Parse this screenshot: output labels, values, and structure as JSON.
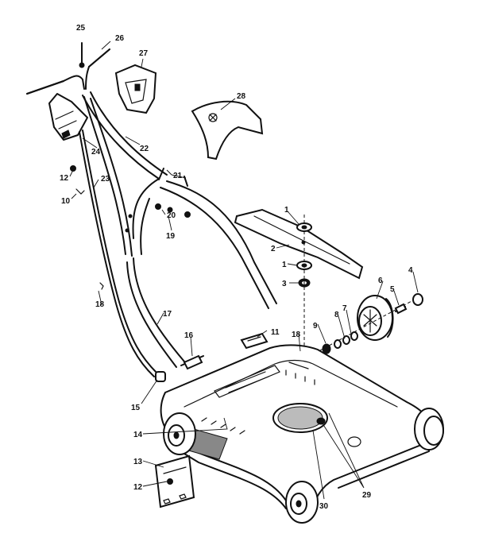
{
  "labels": {
    "l25": "25",
    "l26": "26",
    "l27": "27",
    "l28": "28",
    "l24": "24",
    "l22": "22",
    "l12a": "12",
    "l23": "23",
    "l10": "10",
    "l21": "21",
    "l20": "20",
    "l19": "19",
    "l1a": "1",
    "l2": "2",
    "l1b": "1",
    "l3": "3",
    "l4": "4",
    "l5": "5",
    "l6": "6",
    "l7": "7",
    "l8": "8",
    "l9": "9",
    "l18": "18",
    "l17": "17",
    "l11": "11",
    "l16": "16",
    "l15": "15",
    "l14": "14",
    "l13": "13",
    "l12b": "12",
    "l29": "29",
    "l30": "30"
  },
  "colors": {
    "ink": "#111111",
    "background": "#ffffff"
  }
}
